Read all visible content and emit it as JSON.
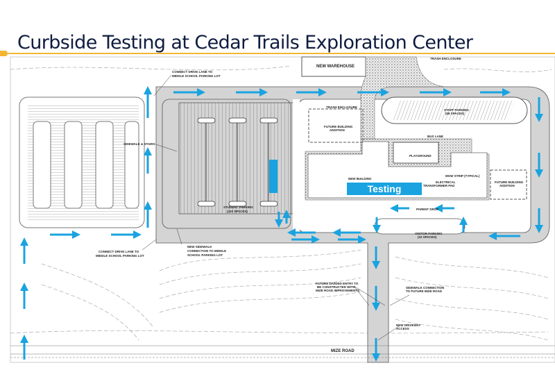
{
  "title": "Curbside Testing at Cedar Trails Exploration Center",
  "colors": {
    "accent": "#f2b632",
    "arrow": "#1aa3e0",
    "road": "#d4d4d4",
    "title": "#0f1c3f"
  },
  "plan": {
    "testing_label": "Testing",
    "labels": {
      "new_warehouse": "NEW WAREHOUSE",
      "trash_enclosure_top": "TRASH ENCLOSURE",
      "connect_drive_top": "CONNECT DRIVE LANE TO",
      "connect_drive_top2": "MIDDLE SCHOOL PARKING LOT",
      "sidewalk_stairs": "SIDEWALK & STAIRS",
      "student_parking": "STUDENT PARKING",
      "student_parking_count": "(220 SPACES)",
      "connect_drive_bottom": "CONNECT DRIVE LANE TO",
      "connect_drive_bottom2": "MIDDLE SCHOOL PARKING LOT",
      "new_sidewalk": "NEW SIDEWALK",
      "new_sidewalk2": "CONNECTION TO MIDDLE",
      "new_sidewalk3": "SCHOOL PARKING LOT",
      "trash_enclosure": "TRASH ENCLOSURE",
      "future_addition_left": "FUTURE BUILDING",
      "future_addition_left2": "ADDITION",
      "staff_parking": "STAFF PARKING",
      "staff_parking_count": "(58 SPACES)",
      "bus_lane": "BUS LANE",
      "playground": "PLAYGROUND",
      "new_building": "NEW BUILDING",
      "mow_strip": "MOW STRIP (TYPICAL)",
      "electrical": "ELECTRICAL",
      "electrical2": "TRANSFORMER PAD",
      "future_addition_right": "FUTURE BUILDING",
      "future_addition_right2": "ADDITION",
      "parent_drop": "PARENT DROP",
      "visitor_parking": "VISITOR PARKING",
      "visitor_parking_count": "(10 SPACES)",
      "future_divided": "FUTURE DIVIDED ENTRY TO",
      "future_divided2": "BE CONSTRUCTED WITH",
      "future_divided3": "MIZE ROAD IMPROVEMENTS",
      "sidewalk_connection": "SIDEWALK CONNECTION",
      "sidewalk_connection2": "TO FUTURE MIZE ROAD",
      "new_driveway": "NEW DRIVEWAY",
      "new_driveway2": "ACCESS",
      "mize_road": "MIZE ROAD"
    }
  }
}
